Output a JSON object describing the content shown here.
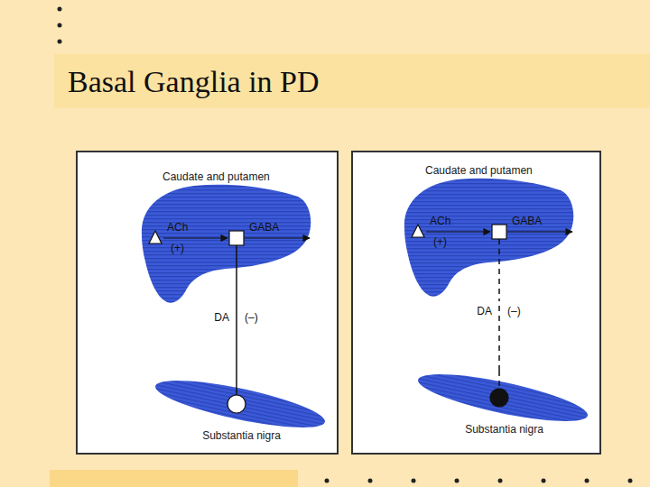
{
  "diagram": {
    "title": "Basal Ganglia in PD",
    "nodes": [
      {
        "text": [
          "Caudate and putamen"
        ]
      },
      {
        "text": [
          "Substantia nigra"
        ]
      },
      {
        "text": [
          "Caudate and putamen"
        ]
      },
      {
        "text": [
          "Substantia nigra"
        ]
      }
    ],
    "edges": [
      {
        "from": 1,
        "to": 0,
        "arrow": "none"
      },
      {
        "from": 3,
        "to": 2,
        "arrow": "none"
      }
    ],
    "labels": [
      "ACh",
      "(+)",
      "GABA",
      "DA",
      "(–)",
      "ACh",
      "(+)",
      "GABA",
      "DA",
      "(–)"
    ]
  }
}
